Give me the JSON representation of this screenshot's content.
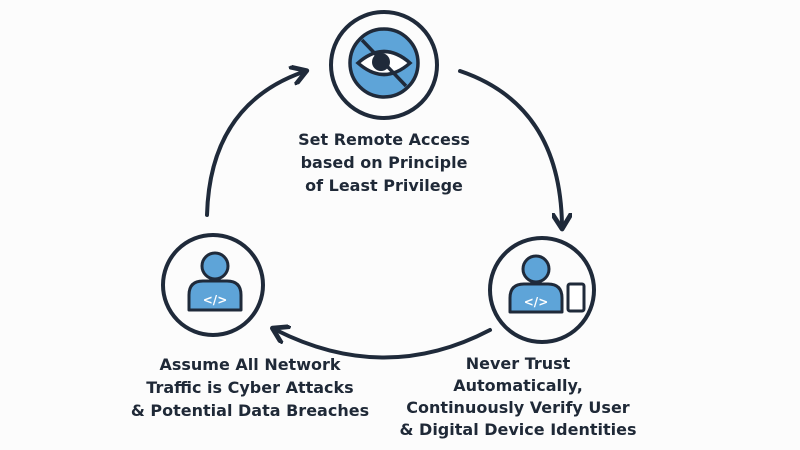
{
  "colors": {
    "stroke": "#1f2a3a",
    "fill": "#5ea4d8",
    "background": "#fcfcfc"
  },
  "nodes": [
    {
      "icon": "eye-slash-icon",
      "lines": [
        "Set Remote Access",
        "based on Principle",
        "of Least Privilege"
      ]
    },
    {
      "icon": "user-code-device-icon",
      "lines": [
        "Never Trust",
        "Automatically,",
        "Continuously Verify User",
        "& Digital Device Identities"
      ]
    },
    {
      "icon": "user-code-icon",
      "lines": [
        "Assume All Network",
        "Traffic is Cyber Attacks",
        "& Potential Data Breaches"
      ]
    }
  ],
  "code_symbol": "</>"
}
